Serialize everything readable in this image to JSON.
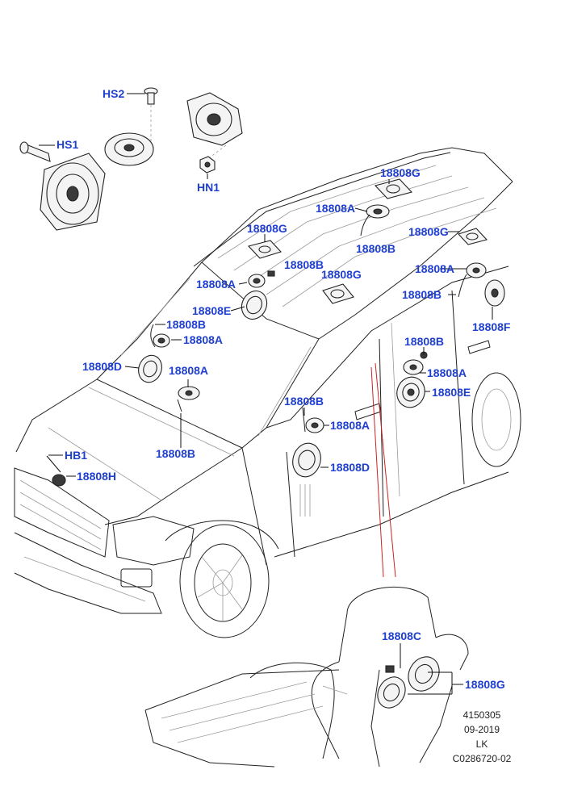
{
  "callouts": {
    "hs2": "HS2",
    "hs1": "HS1",
    "hn1": "HN1",
    "hb1": "HB1",
    "g_roof_rear": "18808G",
    "a_roof_rear": "18808A",
    "b_roof_rear": "18808B",
    "g_roof_right": "18808G",
    "g_roof_left": "18808G",
    "b_roof_mid": "18808B",
    "a_left_pillar": "18808A",
    "g_roof_center": "18808G",
    "a_right_pillar": "18808A",
    "e_left": "18808E",
    "b_right_pillar": "18808B",
    "f_right": "18808F",
    "b_left_door": "18808B",
    "a_left_door": "18808A",
    "b_right_door": "18808B",
    "d_left_door": "18808D",
    "a_right_door": "18808A",
    "a_dash": "18808A",
    "e_right_door": "18808E",
    "b_front_door": "18808B",
    "a_front_door": "18808A",
    "b_dash": "18808B",
    "d_front_door": "18808D",
    "h_horn": "18808H",
    "c_seat": "18808C",
    "g_seat": "18808G"
  },
  "footer": {
    "number": "4150305",
    "date": "09-2019",
    "code": "LK",
    "ref": "C0286720-02"
  }
}
